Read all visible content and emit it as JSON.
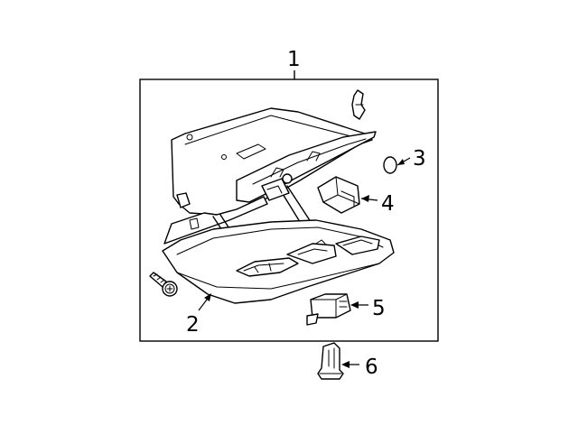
{
  "diagram": {
    "callouts": {
      "c1": "1",
      "c2": "2",
      "c3": "3",
      "c4": "4",
      "c5": "5",
      "c6": "6"
    },
    "colors": {
      "line": "#000000",
      "background": "#ffffff"
    }
  }
}
